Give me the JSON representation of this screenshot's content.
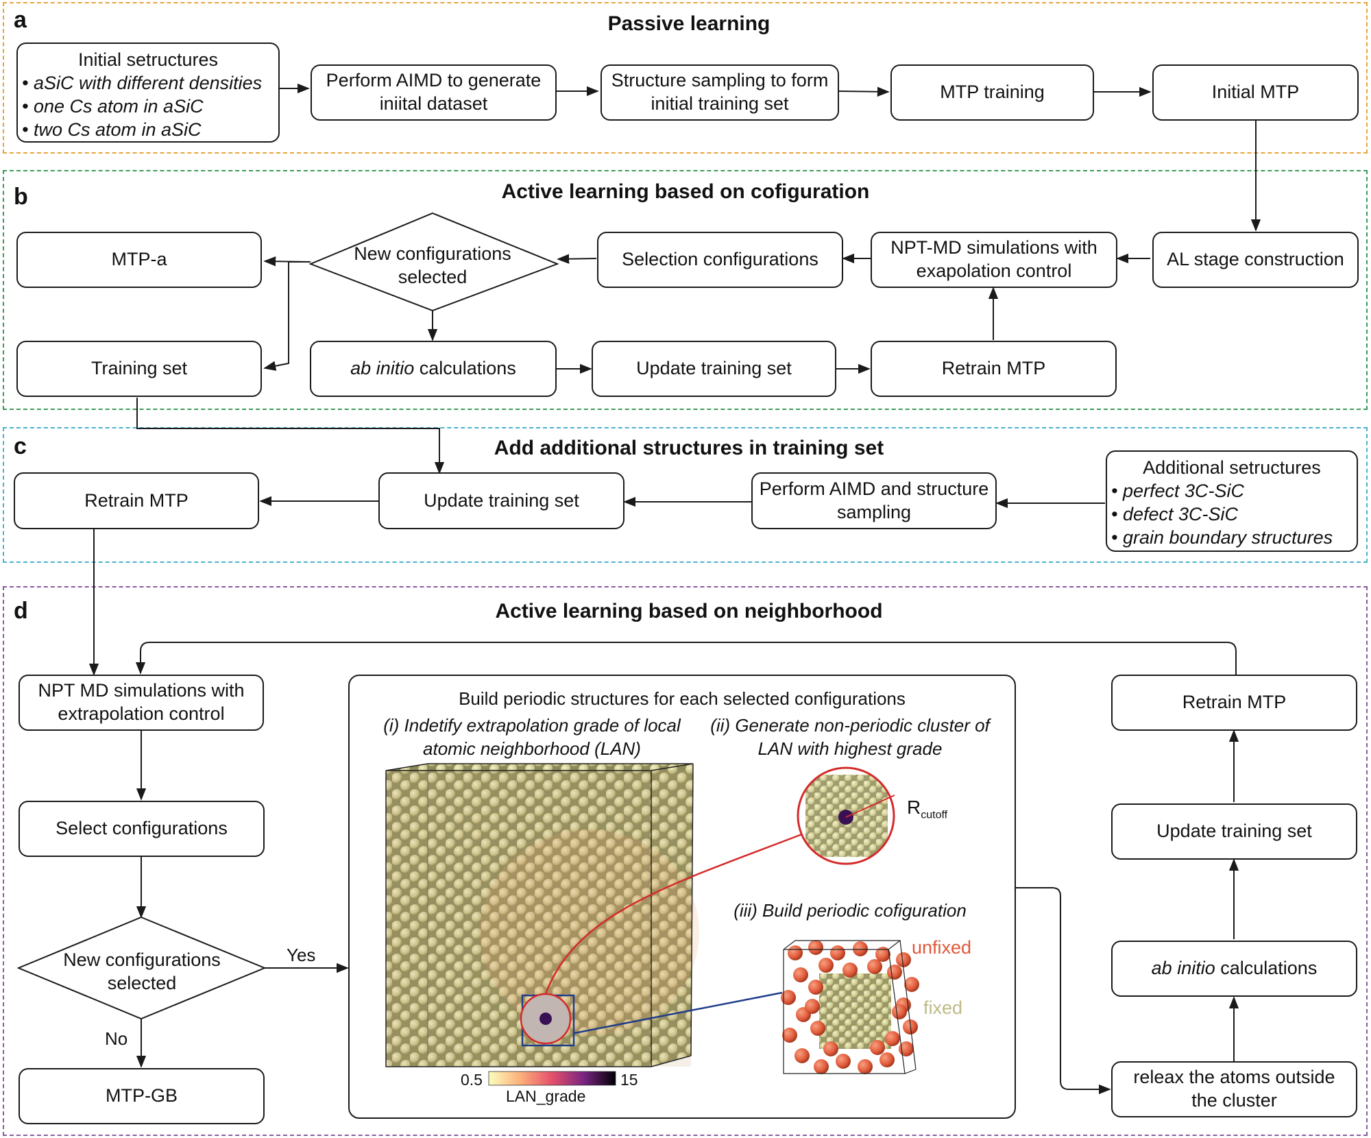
{
  "panels": {
    "a": {
      "label": "a",
      "title": "Passive learning"
    },
    "b": {
      "label": "b",
      "title": "Active learning based on cofiguration"
    },
    "c": {
      "label": "c",
      "title": "Add additional structures in training set"
    },
    "d": {
      "label": "d",
      "title": "Active learning based on neighborhood"
    }
  },
  "a": {
    "initial": {
      "title": "Initial setructures",
      "items": [
        "aSiC with different densities",
        "one Cs atom in aSiC",
        "two Cs atom in aSiC"
      ]
    },
    "aimd": "Perform AIMD to generate iniital dataset",
    "sampling": "Structure sampling to form initial training set",
    "mtp_training": "MTP training",
    "initial_mtp": "Initial MTP"
  },
  "b": {
    "mtp_a": "MTP-a",
    "decision": "New configurations selected",
    "selection": "Selection configurations",
    "npt": "NPT-MD simulations with exapolation control",
    "al_stage": "AL stage construction",
    "training_set": "Training set",
    "ab_initio_em": "ab initio",
    "ab_initio_rest": " calculations",
    "update": "Update training set",
    "retrain": "Retrain MTP"
  },
  "c": {
    "retrain": "Retrain MTP",
    "update": "Update training set",
    "aimd": "Perform AIMD and structure sampling",
    "additional": {
      "title": "Additional setructures",
      "items": [
        "perfect 3C-SiC",
        "defect 3C-SiC",
        "grain boundary structures"
      ]
    }
  },
  "d": {
    "npt": "NPT MD simulations with extrapolation control",
    "select": "Select configurations",
    "decision": "New configurations selected",
    "yes": "Yes",
    "no": "No",
    "mtp_gb": "MTP-GB",
    "build_title": "Build periodic structures for each selected configurations",
    "step_i": "(i) Indetify extrapolation grade of local atomic neighborhood (LAN)",
    "step_ii": "(ii) Generate non-periodic cluster of LAN with highest grade",
    "step_iii": "(iii) Build periodic cofiguration",
    "rcutoff_main": "R",
    "rcutoff_sub": "cutoff",
    "unfixed": "unfixed",
    "fixed": "fixed",
    "colorbar": {
      "min": "0.5",
      "max": "15",
      "label": "LAN_grade"
    },
    "retrain": "Retrain MTP",
    "update": "Update training set",
    "ab_initio_em": "ab initio",
    "ab_initio_rest": " calculations",
    "relax": "releax the atoms outside the cluster"
  },
  "colors": {
    "panel_a": "#e8a33a",
    "panel_b": "#3a9a5a",
    "panel_c": "#4ab0cf",
    "panel_d": "#8a5aa0",
    "circle_red": "#d42a2a",
    "line_blue": "#1f3c8a",
    "unfixed": "#e0583a",
    "fixed": "#c8c890"
  }
}
